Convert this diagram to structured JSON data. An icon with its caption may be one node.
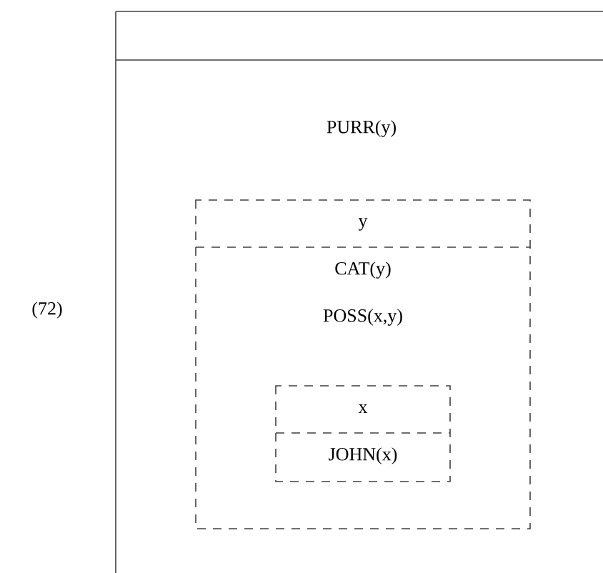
{
  "diagram": {
    "nodes": [
      {
        "text": [
          "PURR(y)"
        ]
      },
      {
        "text": [
          "y",
          "CAT(y)",
          "POSS(x,y)"
        ],
        "in": 0
      },
      {
        "text": [
          "x",
          "JOHN(x)"
        ],
        "in": 1
      }
    ],
    "labels": [
      "(72)"
    ]
  }
}
